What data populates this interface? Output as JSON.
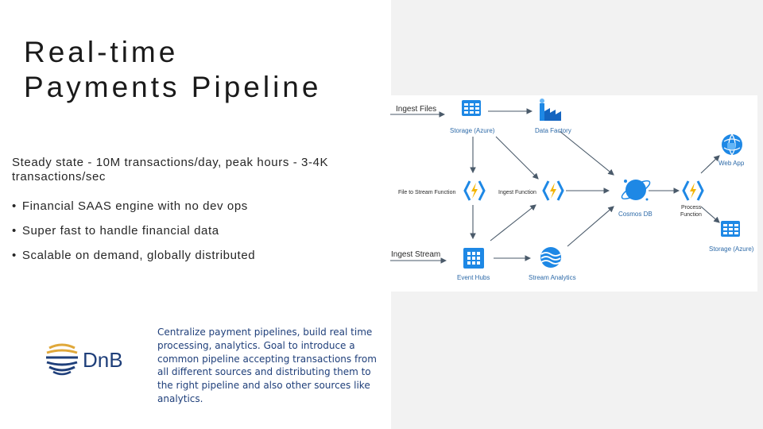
{
  "title": {
    "line1": "Real-time",
    "line2": "Payments Pipeline"
  },
  "subtitle": "Steady state - 10M transactions/day, peak hours - 3-4K transactions/sec",
  "bullets": [
    "Financial SAAS engine with no dev ops",
    "Super fast to handle financial data",
    "Scalable on demand, globally distributed"
  ],
  "logo": {
    "text": "DnB",
    "colors": {
      "navy": "#1f3f7a",
      "gold": "#e0a83a"
    }
  },
  "blurb": "Centralize payment pipelines, build real time processing, analytics. Goal to introduce a common pipeline accepting transactions from all different sources and distributing them to the right pipeline and also other sources like analytics.",
  "diagram": {
    "inputs": {
      "ingest_files": "Ingest Files",
      "ingest_stream": "Ingest Stream"
    },
    "nodes": {
      "storage_top": "Storage (Azure)",
      "data_factory": "Data Factory",
      "file_to_stream": "File to Stream Function",
      "ingest_function": "Ingest Function",
      "cosmos_db": "Cosmos DB",
      "process_function_1": "Process",
      "process_function_2": "Function",
      "web_app": "Web App",
      "storage_bottom": "Storage (Azure)",
      "event_hubs": "Event Hubs",
      "stream_analytics": "Stream Analytics"
    },
    "colors": {
      "azure_blue": "#1e88e5",
      "arrow": "#4a5a6a",
      "label": "#2d6aa8"
    }
  }
}
